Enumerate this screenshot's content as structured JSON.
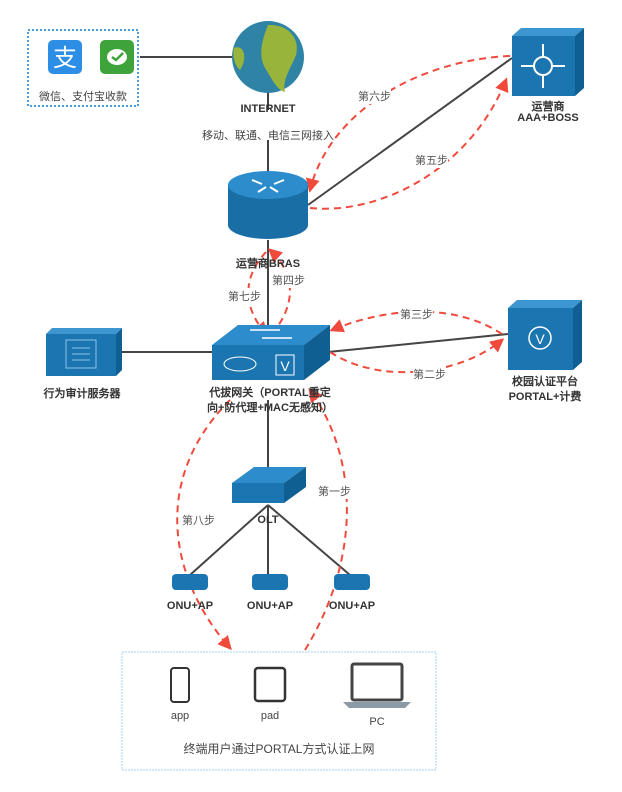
{
  "payment": {
    "caption": "微信、支付宝收款",
    "alipay_icon": "alipay-icon",
    "wechat_icon": "wechat-pay-icon"
  },
  "internet": {
    "name": "INTERNET",
    "sub": "移动、联通、电信三网接入",
    "icon": "globe-icon"
  },
  "aaa": {
    "line1": "运营商",
    "line2": "AAA+BOSS",
    "icon": "aaa-server-icon"
  },
  "bras": {
    "name": "运营商BRAS",
    "icon": "router-icon"
  },
  "audit": {
    "name": "行为审计服务器",
    "icon": "server-icon"
  },
  "gateway": {
    "line1": "代拔网关（PORTAL重定",
    "line2": "向+防代理+MAC无感知）",
    "icon": "gateway-switch-icon"
  },
  "portal": {
    "line1": "校园认证平台",
    "line2": "PORTAL+计费",
    "icon": "portal-server-icon"
  },
  "olt": {
    "name": "OLT",
    "icon": "switch-icon"
  },
  "onus": [
    {
      "name": "ONU+AP"
    },
    {
      "name": "ONU+AP"
    },
    {
      "name": "ONU+AP"
    }
  ],
  "terminals": {
    "caption": "终端用户通过PORTAL方式认证上网",
    "devices": [
      {
        "name": "app",
        "icon": "phone-icon"
      },
      {
        "name": "pad",
        "icon": "tablet-icon"
      },
      {
        "name": "PC",
        "icon": "laptop-icon"
      }
    ]
  },
  "steps": {
    "s1": "第一步",
    "s2": "第二步",
    "s3": "第三步",
    "s4": "第四步",
    "s5": "第五步",
    "s6": "第六步",
    "s7": "第七步",
    "s8": "第八步"
  },
  "colors": {
    "device_blue": "#1a75b0",
    "step_red": "#f04a3c",
    "line": "#444444",
    "box_border": "#7fb6e6"
  }
}
